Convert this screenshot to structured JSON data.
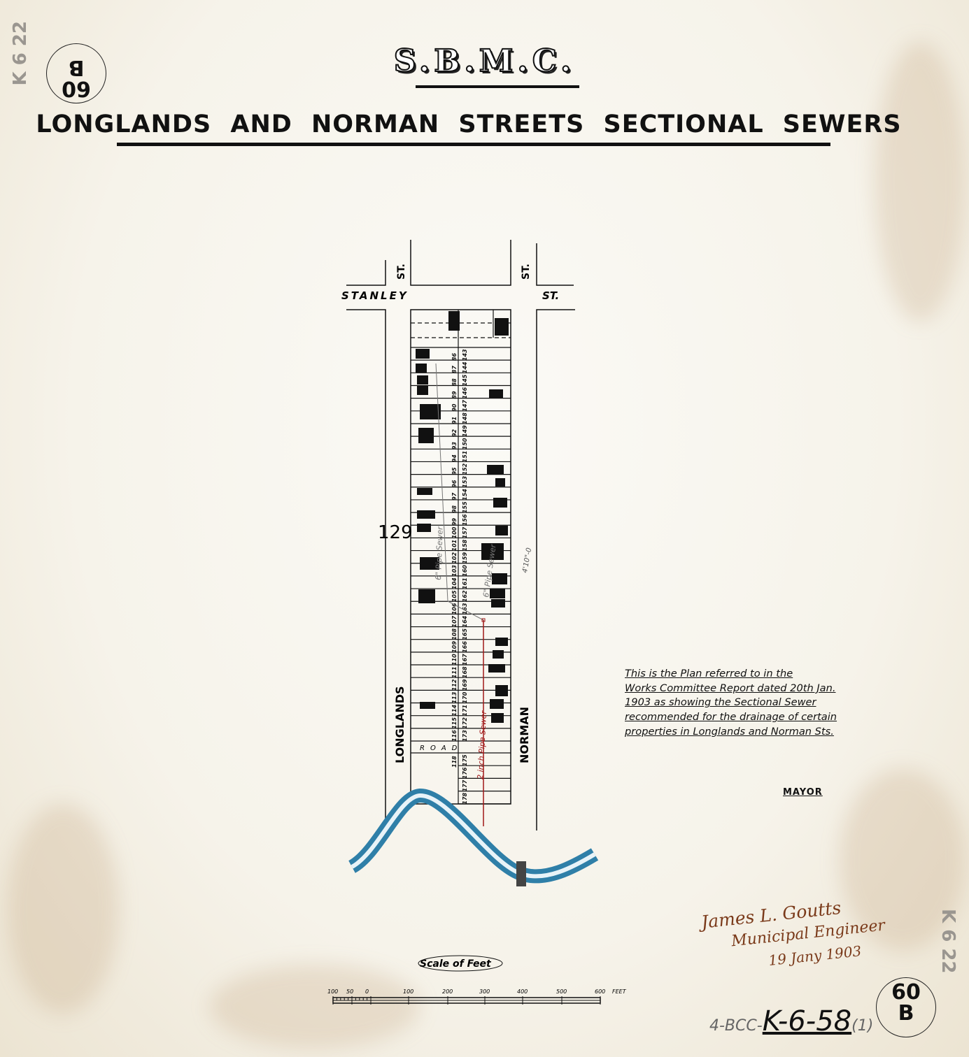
{
  "header": {
    "organization": "S.B.M.C.",
    "title": "LONGLANDS AND NORMAN STREETS SECTIONAL SEWERS"
  },
  "stamps": {
    "top_left": {
      "number": "60",
      "letter": "B"
    },
    "bottom_right": {
      "number": "60",
      "letter": "B"
    },
    "margin_marks": "K 6 22"
  },
  "map": {
    "streets": {
      "stanley": "STANLEY",
      "stanley_st": "ST.",
      "cross_st_left": "ST.",
      "cross_st_right": "ST.",
      "longlands": "LONGLANDS",
      "norman": "NORMAN",
      "road": "ROAD"
    },
    "block_number": "129",
    "lots_left": [
      "86",
      "87",
      "88",
      "89",
      "90",
      "91",
      "92",
      "93",
      "94",
      "95",
      "96",
      "97",
      "98",
      "99",
      "100",
      "101",
      "102",
      "103",
      "104",
      "105",
      "106",
      "107",
      "108",
      "109",
      "110",
      "111",
      "112",
      "113",
      "114",
      "115",
      "116"
    ],
    "lot_left_below_road": "118",
    "lots_right": [
      "143",
      "144",
      "145",
      "146",
      "147",
      "148",
      "149",
      "150",
      "151",
      "152",
      "153",
      "154",
      "155",
      "156",
      "157",
      "158",
      "159",
      "160",
      "161",
      "162",
      "163",
      "164",
      "165",
      "166",
      "167",
      "168",
      "169",
      "170",
      "171",
      "172",
      "173"
    ],
    "lots_right_below_road": [
      "175",
      "176",
      "177",
      "178"
    ],
    "annotations": {
      "pipe_sewer_left": "6\" Pipe Sewer",
      "pipe_sewer_mid": "6\" Pipe Sewer",
      "red_sewer": "2 inch Pipe Sewer",
      "level": "4'10\"-0"
    },
    "colors": {
      "river": "#2f7fa8",
      "sewer_line": "#a01818",
      "ink": "#111111"
    }
  },
  "scale": {
    "title": "Scale of Feet",
    "ticks": [
      "100",
      "50",
      "0",
      "100",
      "200",
      "300",
      "400",
      "500",
      "600"
    ],
    "unit": "FEET"
  },
  "note": {
    "lines": [
      "This is the Plan referred to in the",
      "Works Committee Report dated 20th Jan.",
      "1903 as showing the Sectional Sewer",
      "recommended for the drainage of certain",
      "properties in Longlands and Norman Sts."
    ],
    "mayor": "MAYOR"
  },
  "signature": {
    "name": "James L. Goutts",
    "role": "Municipal Engineer",
    "date": "19 Jany 1903"
  },
  "reference": {
    "prefix": "4-BCC-",
    "code": "K-6-58",
    "suffix": "(1)"
  }
}
